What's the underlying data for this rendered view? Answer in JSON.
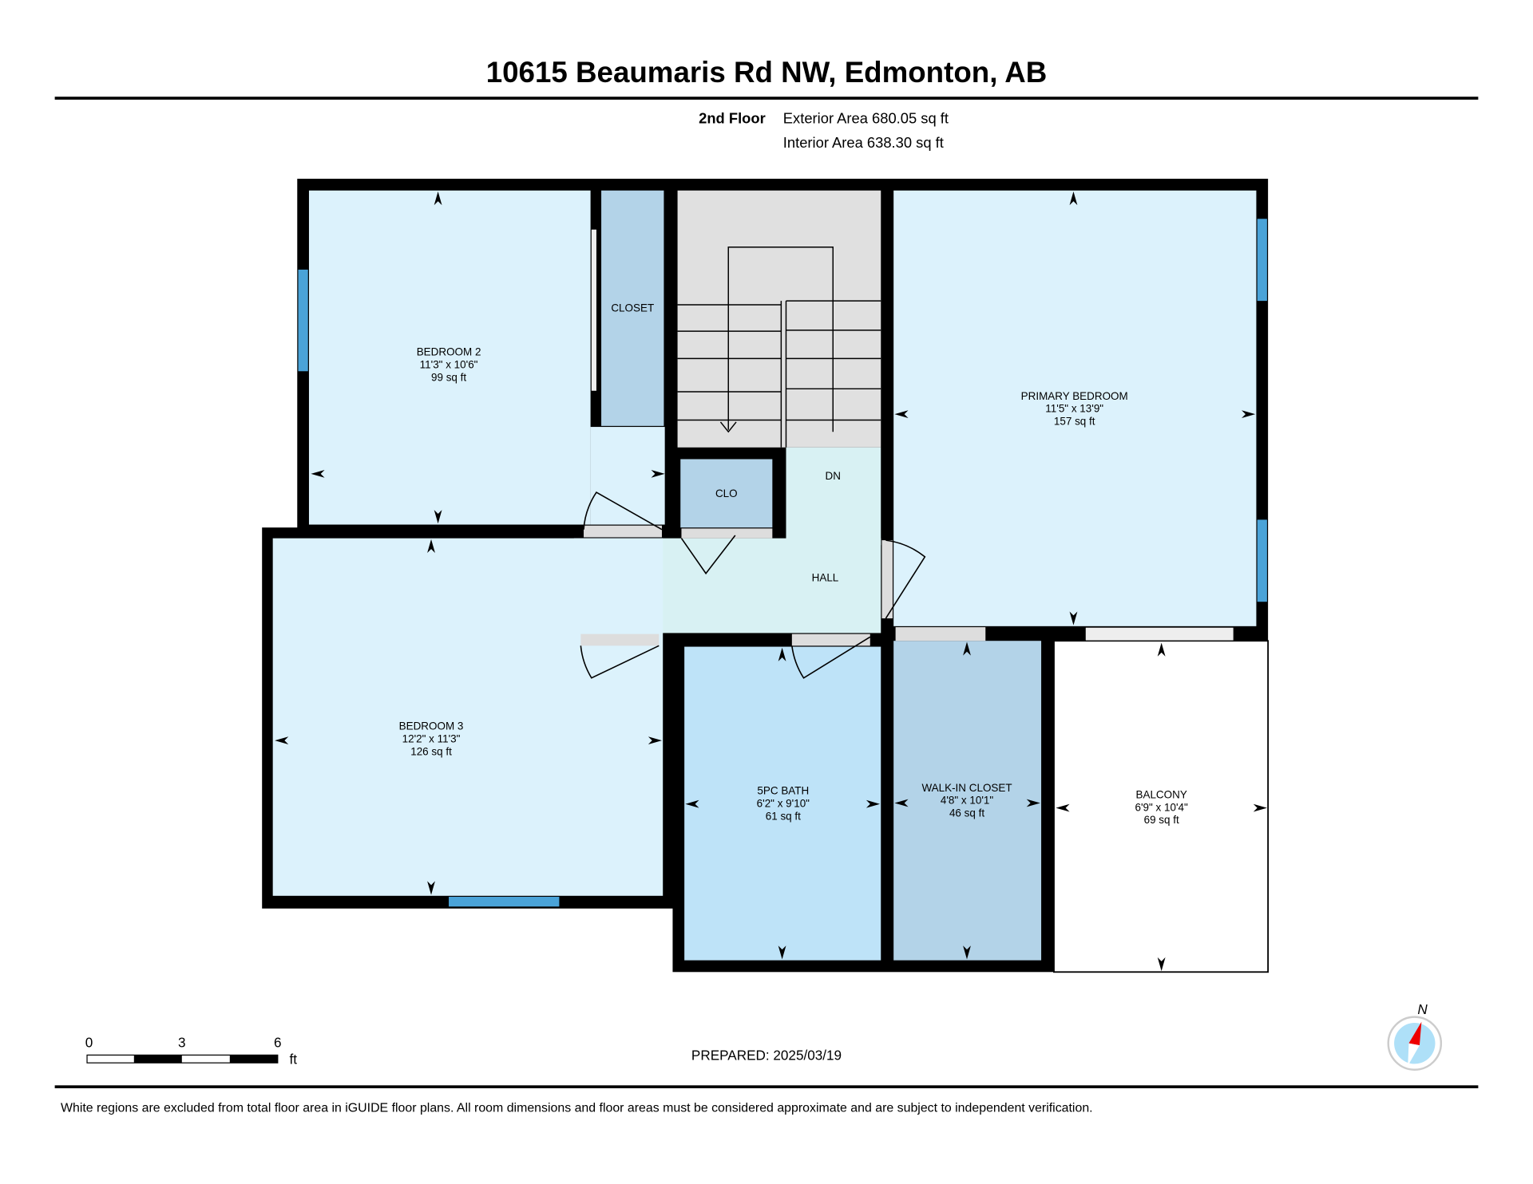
{
  "title": "10615 Beaumaris Rd NW, Edmonton, AB",
  "floor": {
    "name": "2nd Floor",
    "exterior_area": "Exterior Area 680.05 sq ft",
    "interior_area": "Interior Area 638.30 sq ft"
  },
  "rooms": {
    "bedroom2": {
      "name": "BEDROOM 2",
      "dims": "11'3\" x 10'6\"",
      "area": "99 sq ft"
    },
    "closet": {
      "name": "CLOSET"
    },
    "primary": {
      "name": "PRIMARY BEDROOM",
      "dims": "11'5\" x 13'9\"",
      "area": "157 sq ft"
    },
    "clo": {
      "name": "CLO"
    },
    "dn": {
      "name": "DN"
    },
    "hall": {
      "name": "HALL"
    },
    "bedroom3": {
      "name": "BEDROOM 3",
      "dims": "12'2\" x 11'3\"",
      "area": "126 sq ft"
    },
    "bath": {
      "name": "5PC BATH",
      "dims": "6'2\" x 9'10\"",
      "area": "61 sq ft"
    },
    "walkin": {
      "name": "WALK-IN CLOSET",
      "dims": "4'8\" x 10'1\"",
      "area": "46 sq ft"
    },
    "balcony": {
      "name": "BALCONY",
      "dims": "6'9\" x 10'4\"",
      "area": "69 sq ft"
    }
  },
  "scale": {
    "ticks": [
      "0",
      "3",
      "6"
    ],
    "unit": "ft"
  },
  "prepared": "PREPARED: 2025/03/19",
  "compass": {
    "label": "N"
  },
  "disclaimer": "White regions are excluded from total floor area in iGUIDE floor plans. All room dimensions and floor areas must be considered approximate and are subject to independent verification.",
  "colors": {
    "room": "#dcf2fc",
    "closet": "#b3d3e8",
    "bath": "#bee3f8",
    "hall": "#d8f1f3",
    "stairs": "#e0e0e0",
    "window": "#4aa3d8"
  }
}
